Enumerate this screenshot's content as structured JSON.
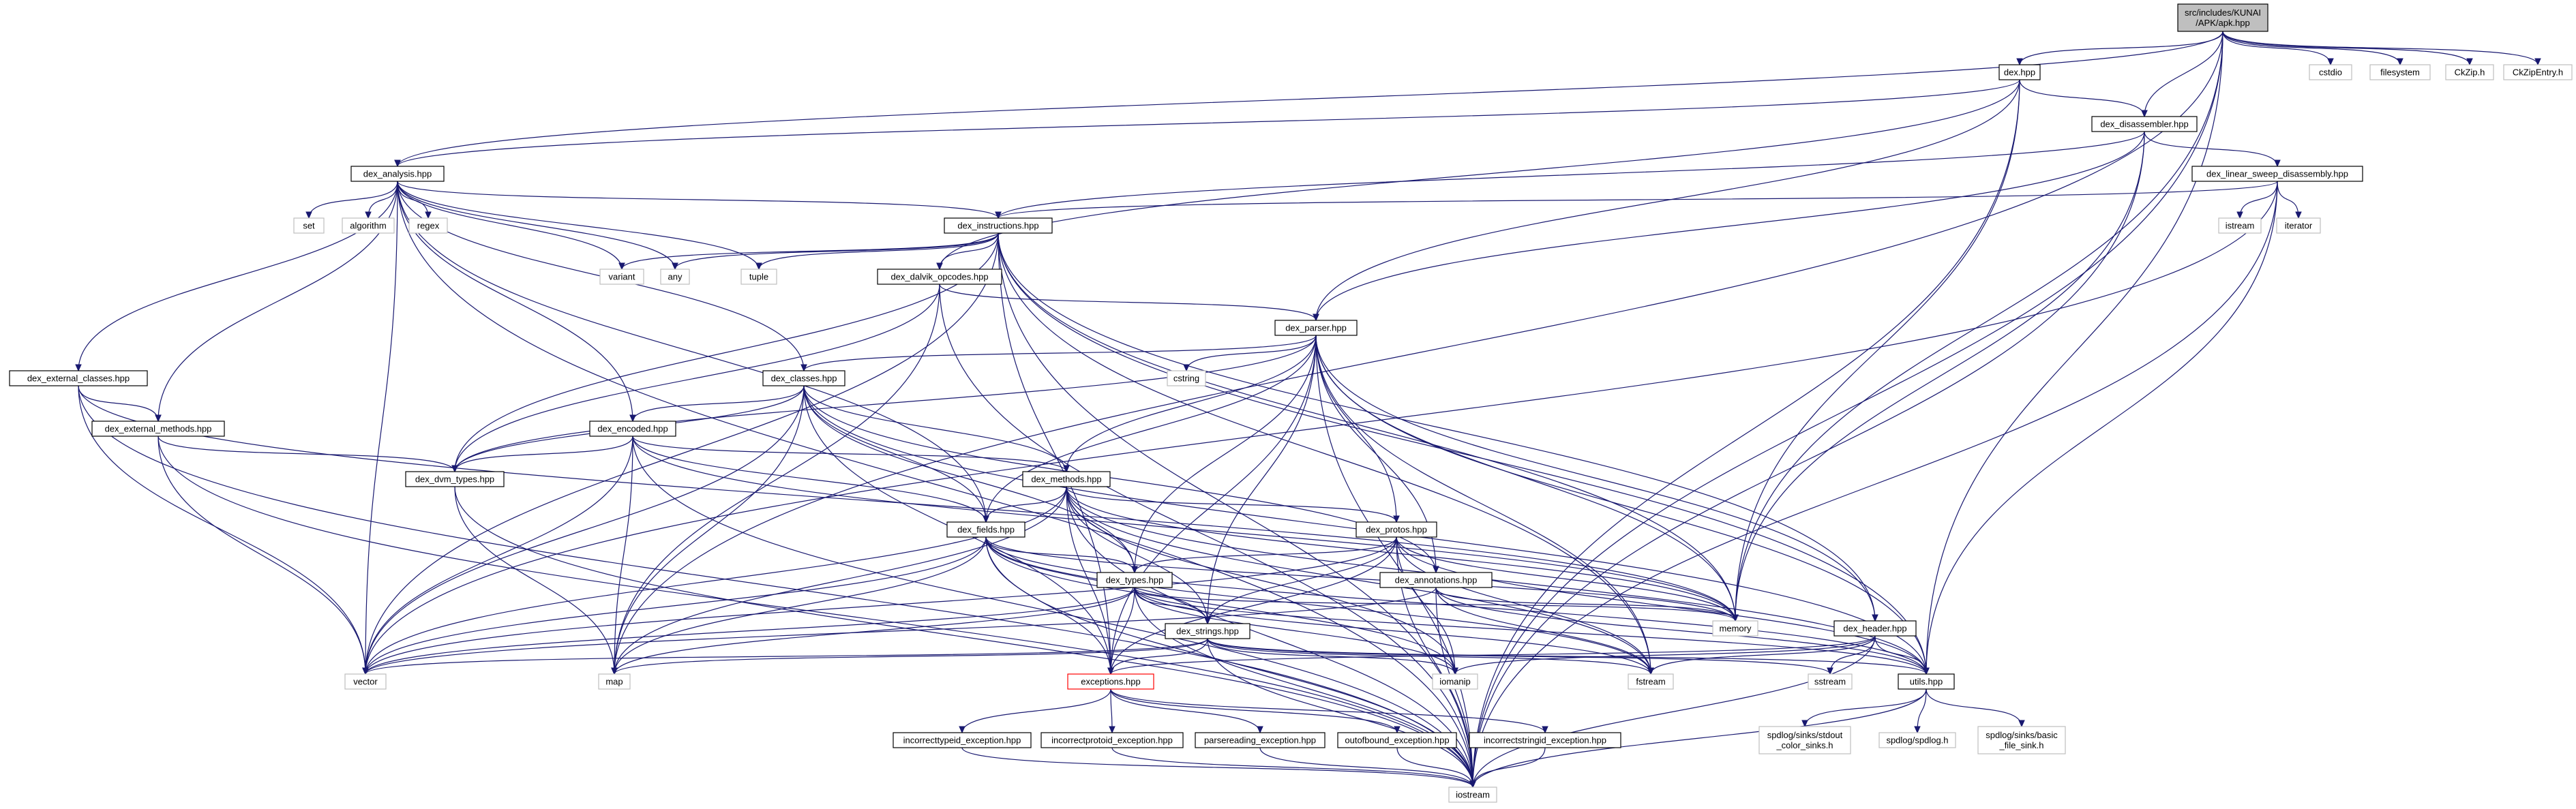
{
  "nodes": {
    "root": {
      "lines": [
        "src/includes/KUNAI",
        "/APK/apk.hpp"
      ]
    },
    "dex": {
      "lines": [
        "dex.hpp"
      ]
    },
    "cstdio": {
      "lines": [
        "cstdio"
      ]
    },
    "filesystem": {
      "lines": [
        "filesystem"
      ]
    },
    "ckzip": {
      "lines": [
        "CkZip.h"
      ]
    },
    "ckzipentry": {
      "lines": [
        "CkZipEntry.h"
      ]
    },
    "disassembler": {
      "lines": [
        "dex_disassembler.hpp"
      ]
    },
    "analysis": {
      "lines": [
        "dex_analysis.hpp"
      ]
    },
    "linear": {
      "lines": [
        "dex_linear_sweep_disassembly.hpp"
      ]
    },
    "set": {
      "lines": [
        "set"
      ]
    },
    "algorithm": {
      "lines": [
        "algorithm"
      ]
    },
    "regex": {
      "lines": [
        "regex"
      ]
    },
    "instructions": {
      "lines": [
        "dex_instructions.hpp"
      ]
    },
    "istream": {
      "lines": [
        "istream"
      ]
    },
    "iterator": {
      "lines": [
        "iterator"
      ]
    },
    "variant": {
      "lines": [
        "variant"
      ]
    },
    "any": {
      "lines": [
        "any"
      ]
    },
    "tuple": {
      "lines": [
        "tuple"
      ]
    },
    "dalvik": {
      "lines": [
        "dex_dalvik_opcodes.hpp"
      ]
    },
    "parser": {
      "lines": [
        "dex_parser.hpp"
      ]
    },
    "extclasses": {
      "lines": [
        "dex_external_classes.hpp"
      ]
    },
    "classes": {
      "lines": [
        "dex_classes.hpp"
      ]
    },
    "cstring": {
      "lines": [
        "cstring"
      ]
    },
    "extmethods": {
      "lines": [
        "dex_external_methods.hpp"
      ]
    },
    "encoded": {
      "lines": [
        "dex_encoded.hpp"
      ]
    },
    "dvmtypes": {
      "lines": [
        "dex_dvm_types.hpp"
      ]
    },
    "methods": {
      "lines": [
        "dex_methods.hpp"
      ]
    },
    "protos": {
      "lines": [
        "dex_protos.hpp"
      ]
    },
    "fields": {
      "lines": [
        "dex_fields.hpp"
      ]
    },
    "types": {
      "lines": [
        "dex_types.hpp"
      ]
    },
    "annotations": {
      "lines": [
        "dex_annotations.hpp"
      ]
    },
    "memory": {
      "lines": [
        "memory"
      ]
    },
    "header": {
      "lines": [
        "dex_header.hpp"
      ]
    },
    "strings": {
      "lines": [
        "dex_strings.hpp"
      ]
    },
    "vector": {
      "lines": [
        "vector"
      ]
    },
    "map": {
      "lines": [
        "map"
      ]
    },
    "exceptions": {
      "lines": [
        "exceptions.hpp"
      ]
    },
    "iomanip": {
      "lines": [
        "iomanip"
      ]
    },
    "fstream": {
      "lines": [
        "fstream"
      ]
    },
    "sstream": {
      "lines": [
        "sstream"
      ]
    },
    "utils": {
      "lines": [
        "utils.hpp"
      ]
    },
    "exc1": {
      "lines": [
        "incorrecttypeid_exception.hpp"
      ]
    },
    "exc2": {
      "lines": [
        "incorrectprotoid_exception.hpp"
      ]
    },
    "exc3": {
      "lines": [
        "parsereading_exception.hpp"
      ]
    },
    "exc4": {
      "lines": [
        "outofbound_exception.hpp"
      ]
    },
    "exc5": {
      "lines": [
        "incorrectstringid_exception.hpp"
      ]
    },
    "spdstdout": {
      "lines": [
        "spdlog/sinks/stdout",
        "_color_sinks.h"
      ]
    },
    "spdlog": {
      "lines": [
        "spdlog/spdlog.h"
      ]
    },
    "spdbasic": {
      "lines": [
        "spdlog/sinks/basic",
        "_file_sink.h"
      ]
    },
    "iostream": {
      "lines": [
        "iostream"
      ]
    }
  },
  "edges": [
    [
      "root",
      "dex"
    ],
    [
      "root",
      "cstdio"
    ],
    [
      "root",
      "filesystem"
    ],
    [
      "root",
      "ckzip"
    ],
    [
      "root",
      "ckzipentry"
    ],
    [
      "root",
      "disassembler"
    ],
    [
      "root",
      "analysis"
    ],
    [
      "root",
      "memory"
    ],
    [
      "root",
      "utils"
    ],
    [
      "root",
      "iostream"
    ],
    [
      "root",
      "map"
    ],
    [
      "dex",
      "disassembler"
    ],
    [
      "dex",
      "analysis"
    ],
    [
      "dex",
      "parser"
    ],
    [
      "dex",
      "dalvik"
    ],
    [
      "dex",
      "memory"
    ],
    [
      "dex",
      "iostream"
    ],
    [
      "disassembler",
      "linear"
    ],
    [
      "disassembler",
      "instructions"
    ],
    [
      "disassembler",
      "parser"
    ],
    [
      "disassembler",
      "memory"
    ],
    [
      "disassembler",
      "iostream"
    ],
    [
      "linear",
      "istream"
    ],
    [
      "linear",
      "iterator"
    ],
    [
      "linear",
      "instructions"
    ],
    [
      "linear",
      "vector"
    ],
    [
      "linear",
      "iostream"
    ],
    [
      "linear",
      "utils"
    ],
    [
      "analysis",
      "set"
    ],
    [
      "analysis",
      "algorithm"
    ],
    [
      "analysis",
      "regex"
    ],
    [
      "analysis",
      "variant"
    ],
    [
      "analysis",
      "any"
    ],
    [
      "analysis",
      "tuple"
    ],
    [
      "analysis",
      "instructions"
    ],
    [
      "analysis",
      "extclasses"
    ],
    [
      "analysis",
      "extmethods"
    ],
    [
      "analysis",
      "classes"
    ],
    [
      "analysis",
      "encoded"
    ],
    [
      "analysis",
      "fields"
    ],
    [
      "analysis",
      "vector"
    ],
    [
      "analysis",
      "iostream"
    ],
    [
      "instructions",
      "variant"
    ],
    [
      "instructions",
      "any"
    ],
    [
      "instructions",
      "tuple"
    ],
    [
      "instructions",
      "dalvik"
    ],
    [
      "instructions",
      "dvmtypes"
    ],
    [
      "instructions",
      "exceptions"
    ],
    [
      "instructions",
      "memory"
    ],
    [
      "instructions",
      "fstream"
    ],
    [
      "instructions",
      "iostream"
    ],
    [
      "instructions",
      "utils"
    ],
    [
      "instructions",
      "vector"
    ],
    [
      "instructions",
      "header"
    ],
    [
      "dalvik",
      "parser"
    ],
    [
      "dalvik",
      "dvmtypes"
    ],
    [
      "dalvik",
      "map"
    ],
    [
      "dalvik",
      "iostream"
    ],
    [
      "parser",
      "cstring"
    ],
    [
      "parser",
      "classes"
    ],
    [
      "parser",
      "methods"
    ],
    [
      "parser",
      "protos"
    ],
    [
      "parser",
      "fields"
    ],
    [
      "parser",
      "types"
    ],
    [
      "parser",
      "strings"
    ],
    [
      "parser",
      "header"
    ],
    [
      "parser",
      "memory"
    ],
    [
      "parser",
      "fstream"
    ],
    [
      "parser",
      "iostream"
    ],
    [
      "parser",
      "exceptions"
    ],
    [
      "parser",
      "annotations"
    ],
    [
      "parser",
      "dvmtypes"
    ],
    [
      "parser",
      "utils"
    ],
    [
      "extclasses",
      "extmethods"
    ],
    [
      "extclasses",
      "vector"
    ],
    [
      "extclasses",
      "iostream"
    ],
    [
      "extclasses",
      "memory"
    ],
    [
      "extmethods",
      "dvmtypes"
    ],
    [
      "extmethods",
      "vector"
    ],
    [
      "extmethods",
      "iostream"
    ],
    [
      "classes",
      "encoded"
    ],
    [
      "classes",
      "dvmtypes"
    ],
    [
      "classes",
      "methods"
    ],
    [
      "classes",
      "fields"
    ],
    [
      "classes",
      "types"
    ],
    [
      "classes",
      "annotations"
    ],
    [
      "classes",
      "map"
    ],
    [
      "classes",
      "vector"
    ],
    [
      "classes",
      "exceptions"
    ],
    [
      "classes",
      "utils"
    ],
    [
      "encoded",
      "dvmtypes"
    ],
    [
      "encoded",
      "methods"
    ],
    [
      "encoded",
      "fields"
    ],
    [
      "encoded",
      "map"
    ],
    [
      "encoded",
      "vector"
    ],
    [
      "encoded",
      "iostream"
    ],
    [
      "encoded",
      "memory"
    ],
    [
      "dvmtypes",
      "map"
    ],
    [
      "dvmtypes",
      "iostream"
    ],
    [
      "methods",
      "protos"
    ],
    [
      "methods",
      "fields"
    ],
    [
      "methods",
      "types"
    ],
    [
      "methods",
      "strings"
    ],
    [
      "methods",
      "exceptions"
    ],
    [
      "methods",
      "vector"
    ],
    [
      "methods",
      "map"
    ],
    [
      "methods",
      "iomanip"
    ],
    [
      "methods",
      "fstream"
    ],
    [
      "methods",
      "memory"
    ],
    [
      "methods",
      "iostream"
    ],
    [
      "methods",
      "utils"
    ],
    [
      "protos",
      "types"
    ],
    [
      "protos",
      "strings"
    ],
    [
      "protos",
      "exceptions"
    ],
    [
      "protos",
      "memory"
    ],
    [
      "protos",
      "fstream"
    ],
    [
      "protos",
      "iomanip"
    ],
    [
      "protos",
      "iostream"
    ],
    [
      "protos",
      "vector"
    ],
    [
      "protos",
      "utils"
    ],
    [
      "fields",
      "types"
    ],
    [
      "fields",
      "strings"
    ],
    [
      "fields",
      "exceptions"
    ],
    [
      "fields",
      "map"
    ],
    [
      "fields",
      "vector"
    ],
    [
      "fields",
      "iomanip"
    ],
    [
      "fields",
      "fstream"
    ],
    [
      "fields",
      "memory"
    ],
    [
      "fields",
      "iostream"
    ],
    [
      "fields",
      "utils"
    ],
    [
      "types",
      "strings"
    ],
    [
      "types",
      "exceptions"
    ],
    [
      "types",
      "map"
    ],
    [
      "types",
      "vector"
    ],
    [
      "types",
      "iomanip"
    ],
    [
      "types",
      "fstream"
    ],
    [
      "types",
      "memory"
    ],
    [
      "types",
      "iostream"
    ],
    [
      "types",
      "utils"
    ],
    [
      "annotations",
      "memory"
    ],
    [
      "annotations",
      "vector"
    ],
    [
      "annotations",
      "fstream"
    ],
    [
      "annotations",
      "iostream"
    ],
    [
      "annotations",
      "utils"
    ],
    [
      "header",
      "exceptions"
    ],
    [
      "header",
      "sstream"
    ],
    [
      "header",
      "fstream"
    ],
    [
      "header",
      "iomanip"
    ],
    [
      "header",
      "iostream"
    ],
    [
      "header",
      "utils"
    ],
    [
      "strings",
      "exceptions"
    ],
    [
      "strings",
      "map"
    ],
    [
      "strings",
      "vector"
    ],
    [
      "strings",
      "iomanip"
    ],
    [
      "strings",
      "fstream"
    ],
    [
      "strings",
      "sstream"
    ],
    [
      "strings",
      "iostream"
    ],
    [
      "strings",
      "utils"
    ],
    [
      "exceptions",
      "exc1"
    ],
    [
      "exceptions",
      "exc2"
    ],
    [
      "exceptions",
      "exc3"
    ],
    [
      "exceptions",
      "exc4"
    ],
    [
      "exceptions",
      "exc5"
    ],
    [
      "exc1",
      "iostream"
    ],
    [
      "exc2",
      "iostream"
    ],
    [
      "exc3",
      "iostream"
    ],
    [
      "exc4",
      "iostream"
    ],
    [
      "exc5",
      "iostream"
    ],
    [
      "utils",
      "spdstdout"
    ],
    [
      "utils",
      "spdlog"
    ],
    [
      "utils",
      "spdbasic"
    ],
    [
      "utils",
      "iostream"
    ]
  ]
}
